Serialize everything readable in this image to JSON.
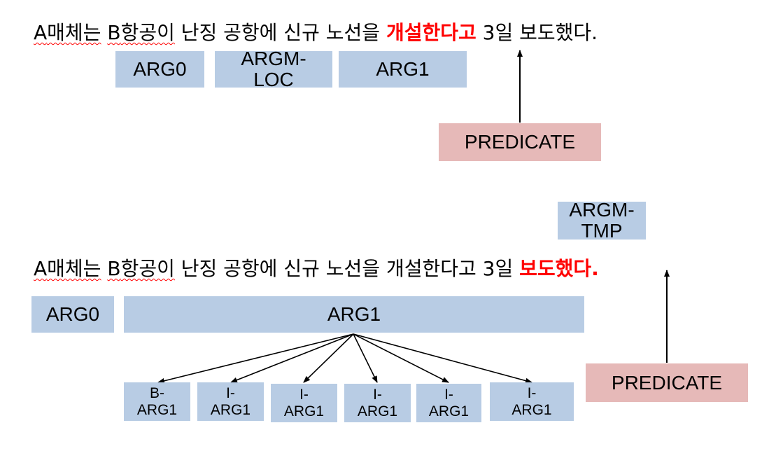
{
  "example1": {
    "sentence": {
      "pre_a": "A",
      "w1": "매체는",
      "sp1": " ",
      "pre_b": "B",
      "w2": "항공이",
      "mid": " 난징 공항에 신규 노선을 ",
      "highlight": "개설한다고",
      "post": " 3일 보도했다."
    },
    "labels": {
      "arg0": "ARG0",
      "argm_loc": "ARGM-\nLOC",
      "arg1": "ARG1",
      "predicate": "PREDICATE"
    }
  },
  "example2": {
    "sentence": {
      "pre_a": "A",
      "w1": "매체는",
      "sp1": " ",
      "pre_b": "B",
      "w2": "항공이",
      "mid": " 난징 공항에 신규 노선을 개설한다고 3일 ",
      "highlight": "보도했다."
    },
    "labels": {
      "argm_tmp": "ARGM-\nTMP",
      "arg0": "ARG0",
      "arg1": "ARG1",
      "predicate": "PREDICATE",
      "bio": [
        "B-\nARG1",
        "I-\nARG1",
        "I-\nARG1",
        "I-\nARG1",
        "I-\nARG1",
        "I-\nARG1"
      ]
    }
  },
  "colors": {
    "argument_box": "#b8cce4",
    "predicate_box": "#e6b9b8",
    "highlight_text": "#ff0000",
    "arrow": "#000000"
  }
}
